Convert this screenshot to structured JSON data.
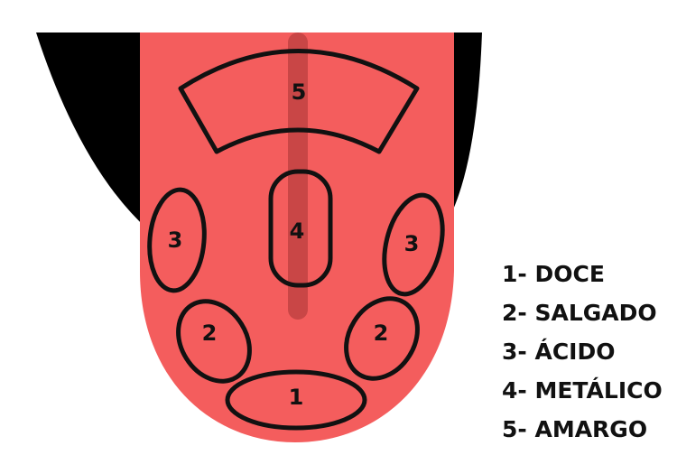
{
  "colors": {
    "mouth": "#000000",
    "tongue": "#f45d5d",
    "midline": "#c94646",
    "outline": "#111111",
    "text": "#111111"
  },
  "regions": [
    {
      "id": "region-5",
      "number": "5"
    },
    {
      "id": "region-4",
      "number": "4"
    },
    {
      "id": "region-3-left",
      "number": "3"
    },
    {
      "id": "region-3-right",
      "number": "3"
    },
    {
      "id": "region-2-left",
      "number": "2"
    },
    {
      "id": "region-2-right",
      "number": "2"
    },
    {
      "id": "region-1",
      "number": "1"
    }
  ],
  "legend": [
    "1- DOCE",
    "2- SALGADO",
    "3- ÁCIDO",
    "4- METÁLICO",
    "5- AMARGO"
  ]
}
